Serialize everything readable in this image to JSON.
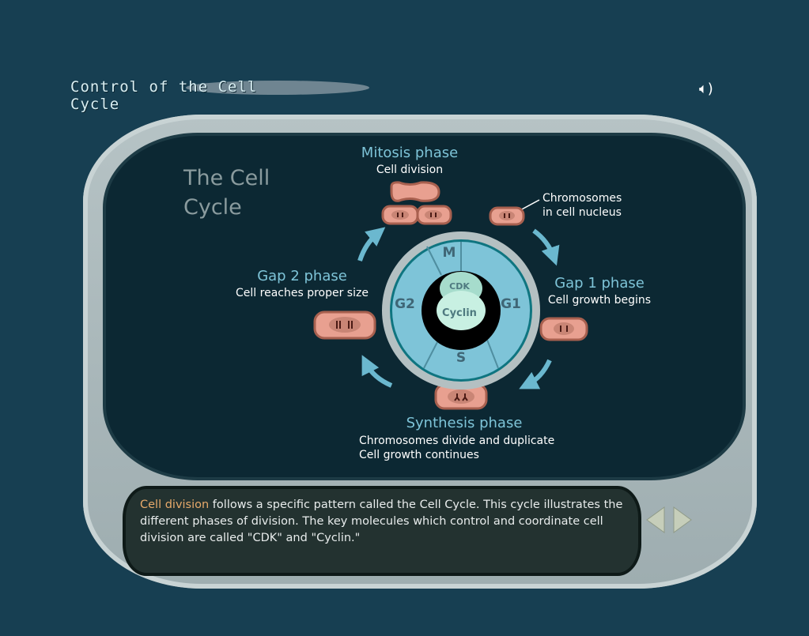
{
  "header": {
    "title": "Control of the Cell Cycle",
    "sound_icon": "speaker-icon"
  },
  "diagram": {
    "heading_line1": "The Cell",
    "heading_line2": "Cycle",
    "phases": {
      "mitosis": {
        "name": "Mitosis phase",
        "desc": "Cell division"
      },
      "gap1": {
        "name": "Gap 1 phase",
        "desc": "Cell growth begins"
      },
      "synthesis": {
        "name": "Synthesis phase",
        "desc1": "Chromosomes divide and duplicate",
        "desc2": "Cell growth continues"
      },
      "gap2": {
        "name": "Gap 2 phase",
        "desc": "Cell reaches proper size"
      }
    },
    "callout_line1": "Chromosomes",
    "callout_line2": "in cell nucleus",
    "wheel": {
      "m": "M",
      "g1": "G1",
      "s": "S",
      "g2": "G2",
      "cdk": "CDK",
      "cyclin": "Cyclin"
    }
  },
  "caption": {
    "highlight": "Cell division",
    "text": " follows a specific pattern called the Cell Cycle. This cycle illustrates the different phases of division. The key molecules which control and coordinate cell division are called \"CDK\" and \"Cyclin.\""
  },
  "nav": {
    "prev_icon": "arrow-left-icon",
    "next_icon": "arrow-right-icon"
  },
  "colors": {
    "background": "#173f52",
    "accent": "#7ec4d8",
    "highlight": "#e6a96a",
    "cell": "#e8a090"
  }
}
